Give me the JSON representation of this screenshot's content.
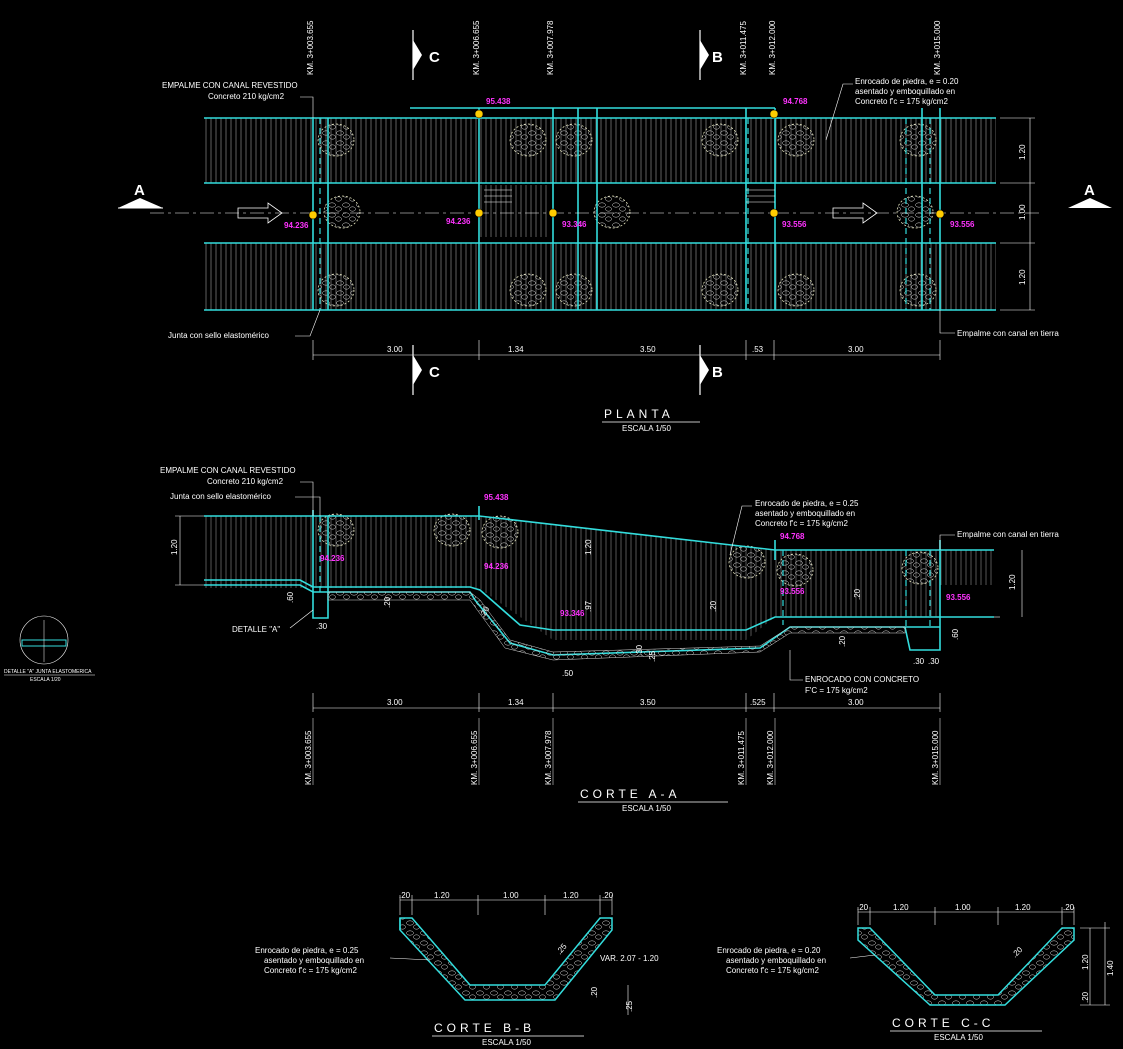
{
  "colors": {
    "background": "#000000",
    "channel": "#33dddd",
    "elevation": "#ff33ff",
    "text": "#ffffff",
    "marker": "#ffcc00"
  },
  "stations": [
    "KM. 3+003.655",
    "KM. 3+006.655",
    "KM. 3+007.978",
    "KM. 3+011.475",
    "KM. 3+012.000",
    "KM. 3+015.000"
  ],
  "plan": {
    "title": "PLANTA",
    "scale": "ESCALA 1/50",
    "note_start_1": "EMPALME CON CANAL REVESTIDO",
    "note_start_2": "Concreto 210 kg/cm2",
    "note_rock_1": "Enrocado de piedra, e = 0.20",
    "note_rock_2": "asentado y emboquillado en",
    "note_rock_3": "Concreto f'c = 175 kg/cm2",
    "note_joint": "Junta con sello elastomérico",
    "note_end": "Empalme con canal en tierra",
    "elevations": {
      "e1": "94.236",
      "e2": "95.438",
      "e3": "94.236",
      "e4": "93.346",
      "e5": "94.768",
      "e6": "93.556",
      "e7": "93.556"
    },
    "dims": [
      "3.00",
      "1.34",
      "3.50",
      ".53",
      "3.00"
    ],
    "side_dims": [
      "1.20",
      "1.00",
      "1.20"
    ],
    "section_a": "A",
    "section_b": "B",
    "section_c": "C"
  },
  "section_aa": {
    "title": "CORTE A-A",
    "scale": "ESCALA 1/50",
    "note_start_1": "EMPALME CON CANAL REVESTIDO",
    "note_start_2": "Concreto 210 kg/cm2",
    "note_joint": "Junta con sello elastomérico",
    "note_rock_1": "Enrocado de piedra, e = 0.25",
    "note_rock_2": "asentado y emboquillado en",
    "note_rock_3": "Concreto f'c = 175 kg/cm2",
    "note_end": "Empalme con canal en tierra",
    "note_fill_1": "ENROCADO CON CONCRETO",
    "note_fill_2": "F'C = 175 kg/cm2",
    "detail_label": "DETALLE \"A\"",
    "elevations": {
      "e1": "95.438",
      "e2": "94.768",
      "e3": "94.236",
      "e4": "94.236",
      "e5": "93.346",
      "e6": "93.556",
      "e7": "93.556"
    },
    "dims": [
      "3.00",
      "1.34",
      "3.50",
      ".525",
      "3.00"
    ],
    "small_dims": [
      "1.20",
      ".60",
      ".30",
      ".20",
      ".20",
      ".97",
      "1.20",
      ".20",
      ".30",
      ".25",
      ".50",
      ".20",
      ".20",
      ".60",
      ".30",
      ".30",
      "1.20"
    ]
  },
  "detail_small": {
    "title": "DETALLE \"A\" JUNTA ELASTOMERICA",
    "scale": "ESCALA 1/20"
  },
  "section_bb": {
    "title": "CORTE B-B",
    "scale": "ESCALA 1/50",
    "note_1": "Enrocado de piedra, e = 0.25",
    "note_2": "asentado y emboquillado en",
    "note_3": "Concreto f'c = 175 kg/cm2",
    "var": "VAR. 2.07 - 1.20",
    "top_dims": [
      ".20",
      "1.20",
      "1.00",
      "1.20",
      ".20"
    ],
    "side_dims": [
      ".25",
      ".20",
      ".25"
    ]
  },
  "section_cc": {
    "title": "CORTE C-C",
    "scale": "ESCALA 1/50",
    "note_1": "Enrocado de piedra, e = 0.20",
    "note_2": "asentado y emboquillado en",
    "note_3": "Concreto f'c = 175 kg/cm2",
    "top_dims": [
      ".20",
      "1.20",
      "1.00",
      "1.20",
      ".20"
    ],
    "side_dims": [
      ".20",
      "1.20",
      ".20",
      "1.40"
    ]
  }
}
